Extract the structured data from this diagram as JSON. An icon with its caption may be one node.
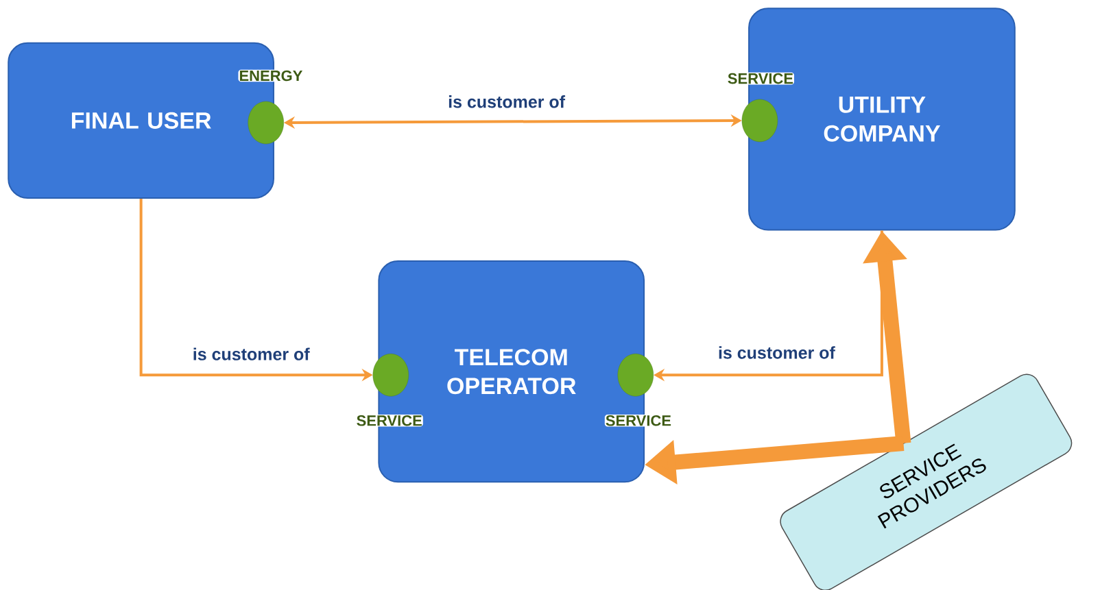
{
  "diagram": {
    "nodes": [
      {
        "text": [
          "FINAL USER"
        ]
      },
      {
        "text": [
          "UTILITY COMPANY"
        ]
      },
      {
        "text": [
          "TELECOM OPERATOR"
        ]
      },
      {
        "text": [],
        "shape": "circle",
        "in": 0,
        "beside": [
          "ENERGY"
        ]
      },
      {
        "text": [],
        "shape": "circle",
        "in": 1,
        "beside": [
          "SERVICE"
        ]
      },
      {
        "text": [],
        "shape": "circle",
        "in": 2,
        "beside": [
          "SERVICE"
        ]
      },
      {
        "text": [],
        "shape": "circle",
        "in": 2,
        "beside": [
          "SERVICE"
        ]
      },
      {
        "text": [
          "SERVICE PROVIDERS"
        ]
      }
    ],
    "edges": [
      {
        "from": 3,
        "to": 4,
        "arrow": "both",
        "label": "is customer of"
      },
      {
        "from": 0,
        "to": 5,
        "arrow": "to",
        "label": "is customer of"
      },
      {
        "from": 1,
        "to": 6,
        "arrow": "to",
        "label": "is customer of"
      },
      {
        "from": 7,
        "to": 1,
        "arrow": "to",
        "style": "thick"
      },
      {
        "from": 7,
        "to": 2,
        "arrow": "to",
        "style": "thick"
      }
    ]
  }
}
